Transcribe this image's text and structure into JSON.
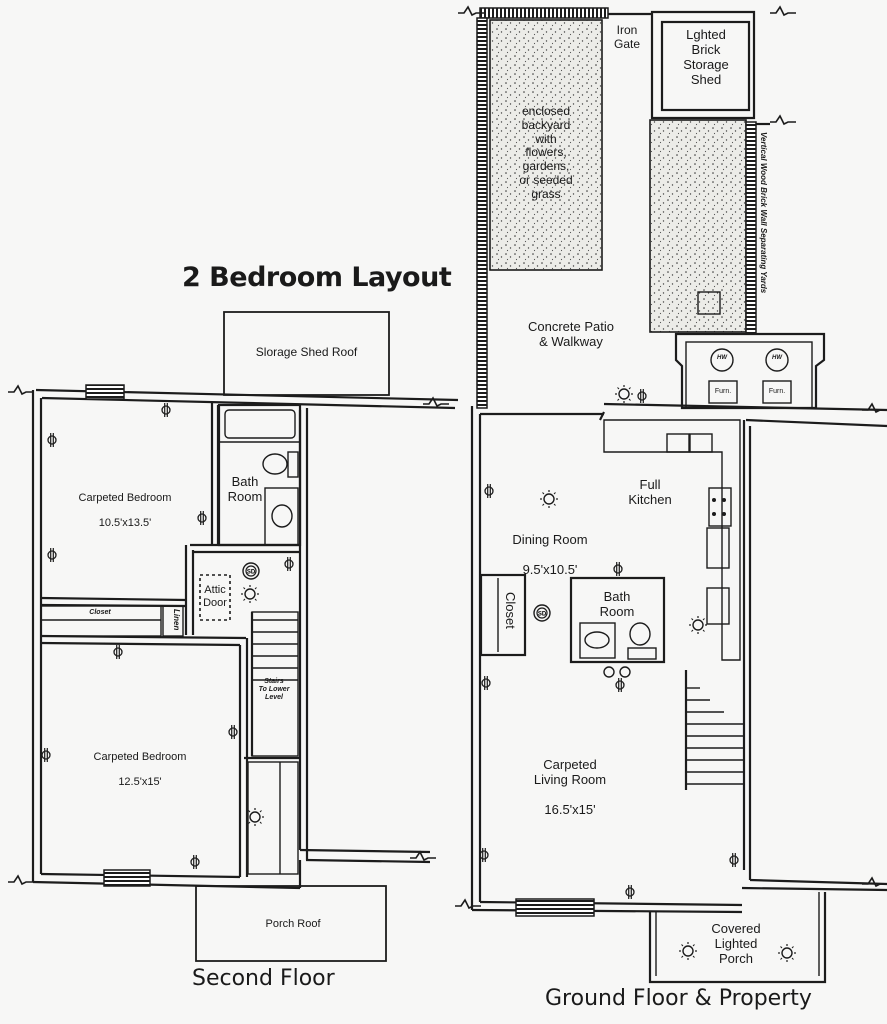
{
  "title": "2 Bedroom Layout",
  "second_floor": {
    "heading": "Second Floor",
    "storage_shed_roof": "Slorage Shed Roof",
    "porch_roof": "Porch Roof",
    "bedroom_1": {
      "name": "Carpeted Bedroom",
      "size": "10.5'x13.5'"
    },
    "bedroom_2": {
      "name": "Carpeted Bedroom",
      "size": "12.5'x15'"
    },
    "bath": "Bath\nRoom",
    "attic_door": "Attic\nDoor",
    "closet": "Closet",
    "linen_closet": "Linen",
    "stairs": "Stairs\nTo Lower\nLevel"
  },
  "ground_floor": {
    "heading": "Ground Floor & Property",
    "backyard": "enclosed\nbackyard\nwith\nflowers,\ngardens,\nor seeded\ngrass",
    "iron_gate": "Iron\nGate",
    "shed": "Lghted\nBrick\nStorage\nShed",
    "fence_note": "Vertical Wood Brick Wall Separating Yards",
    "patio": "Concrete Patio\n& Walkway",
    "hw_label": "HW",
    "furn_label": "Furn.",
    "kitchen": "Full\nKitchen",
    "dining": {
      "name": "Dining Room",
      "size": "9.5'x10.5'"
    },
    "closet": "Closet",
    "bath": "Bath\nRoom",
    "living": {
      "name": "Carpeted\nLiving Room",
      "size": "16.5'x15'"
    },
    "porch": "Covered\nLighted\nPorch"
  },
  "legend_symbols": {
    "outlet": "outlet-icon",
    "light": "ceiling-light-icon",
    "smoke_detector": "smoke-detector-icon"
  }
}
